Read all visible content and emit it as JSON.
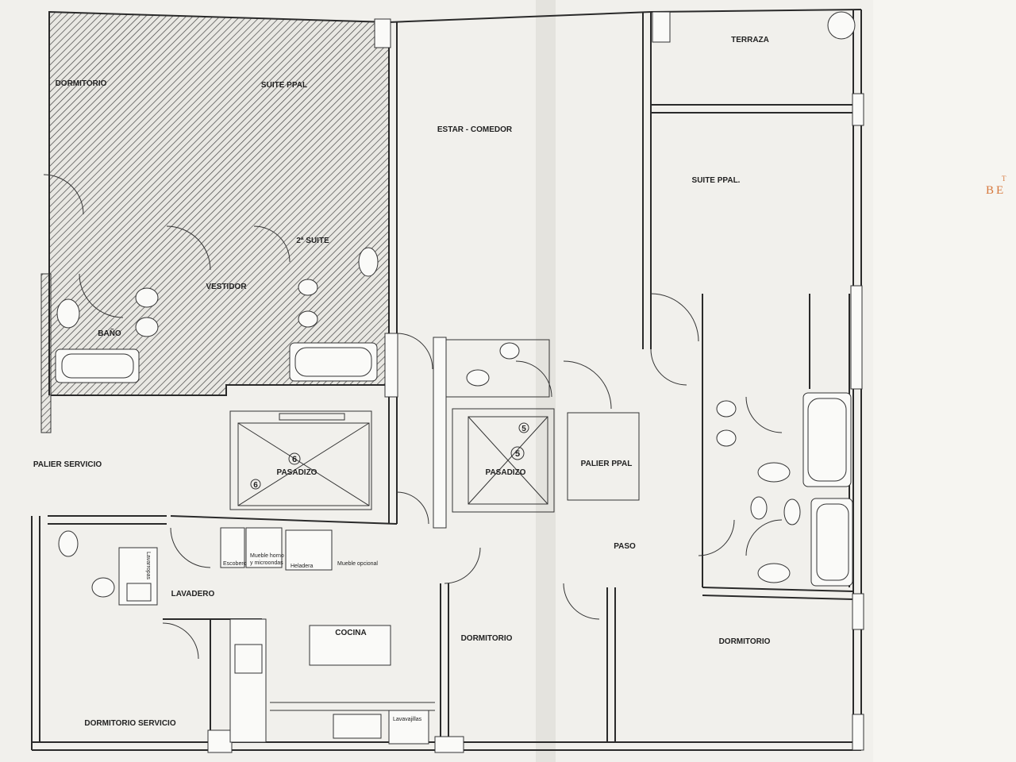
{
  "rooms": {
    "dormitorio_1": "DORMITORIO",
    "suite_ppal_left": "SUITE PPAL",
    "estar_comedor": "ESTAR - COMEDOR",
    "terraza": "TERRAZA",
    "suite_ppal_right": "SUITE PPAL.",
    "suite_2": "2ª SUITE",
    "vestidor": "VESTIDOR",
    "bano": "BAÑO",
    "palier_servicio": "PALIER SERVICIO",
    "pasadizo_left": "PASADIZO",
    "pasadizo_right": "PASADIZO",
    "palier_ppal": "PALIER PPAL",
    "paso": "PASO",
    "lavadero": "LAVADERO",
    "cocina": "COCINA",
    "dormitorio_2": "DORMITORIO",
    "dormitorio_3": "DORMITORIO",
    "dormitorio_servicio": "DORMITORIO SERVICIO"
  },
  "furniture": {
    "escobero": "Escobero",
    "mueble_horno_1": "Mueble horno",
    "mueble_horno_2": "y microondas",
    "heladera": "Heladera",
    "mueble_opcional": "Mueble opcional",
    "lavarropas": "Lavarropas",
    "lavavajillas": "Lavavajillas"
  },
  "elevators": {
    "left_big": "6",
    "left_small": "6",
    "right_big": "5",
    "right_small": "5"
  },
  "brand": {
    "top": "T",
    "main": "BE"
  },
  "colors": {
    "paper": "#f1f0ec",
    "lines": "#2a2a2a",
    "brand": "#d6773b"
  }
}
